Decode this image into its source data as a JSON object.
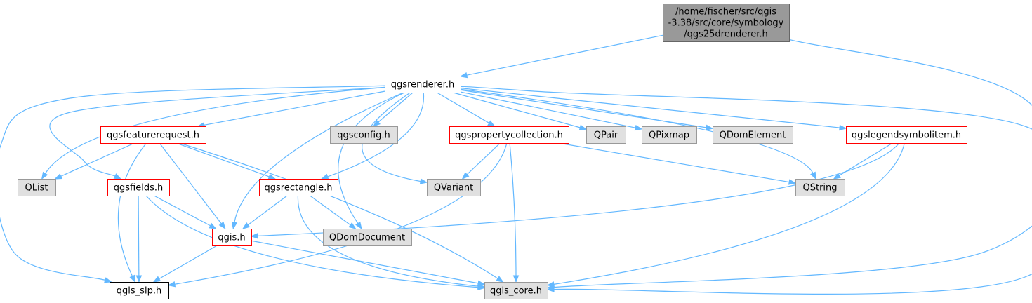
{
  "colors": {
    "edge": "#63b8ff",
    "root_fill": "#999999",
    "root_border": "#666666",
    "documented_fill": "#ffffff",
    "documented_border": "#000000",
    "truncated_border": "#ff0000",
    "external_fill": "#e0e0e0",
    "external_border": "#999999"
  },
  "nodes": [
    {
      "id": "root",
      "label_lines": [
        "/home/fischer/src/qgis",
        "-3.38/src/core/symbology",
        "/qgs25drenderer.h"
      ],
      "style": "root"
    },
    {
      "id": "qgsrenderer",
      "label_lines": [
        "qgsrenderer.h"
      ],
      "style": "documented"
    },
    {
      "id": "qgsfeaturerequest",
      "label_lines": [
        "qgsfeaturerequest.h"
      ],
      "style": "truncated"
    },
    {
      "id": "qgsconfig",
      "label_lines": [
        "qgsconfig.h"
      ],
      "style": "external"
    },
    {
      "id": "qgspropertycollection",
      "label_lines": [
        "qgspropertycollection.h"
      ],
      "style": "truncated"
    },
    {
      "id": "QPair",
      "label_lines": [
        "QPair"
      ],
      "style": "external"
    },
    {
      "id": "QPixmap",
      "label_lines": [
        "QPixmap"
      ],
      "style": "external"
    },
    {
      "id": "QDomElement",
      "label_lines": [
        "QDomElement"
      ],
      "style": "external"
    },
    {
      "id": "qgslegendsymbolitem",
      "label_lines": [
        "qgslegendsymbolitem.h"
      ],
      "style": "truncated"
    },
    {
      "id": "QList",
      "label_lines": [
        "QList"
      ],
      "style": "external"
    },
    {
      "id": "qgsfields",
      "label_lines": [
        "qgsfields.h"
      ],
      "style": "truncated"
    },
    {
      "id": "qgsrectangle",
      "label_lines": [
        "qgsrectangle.h"
      ],
      "style": "truncated"
    },
    {
      "id": "QVariant",
      "label_lines": [
        "QVariant"
      ],
      "style": "external"
    },
    {
      "id": "QString",
      "label_lines": [
        "QString"
      ],
      "style": "external"
    },
    {
      "id": "qgis",
      "label_lines": [
        "qgis.h"
      ],
      "style": "truncated"
    },
    {
      "id": "QDomDocument",
      "label_lines": [
        "QDomDocument"
      ],
      "style": "external"
    },
    {
      "id": "qgis_sip",
      "label_lines": [
        "qgis_sip.h"
      ],
      "style": "documented"
    },
    {
      "id": "qgis_core",
      "label_lines": [
        "qgis_core.h"
      ],
      "style": "external"
    }
  ],
  "edges": [
    {
      "from": "root",
      "to": "qgsrenderer"
    },
    {
      "from": "root",
      "to": "qgis_core"
    },
    {
      "from": "qgsrenderer",
      "to": "qgsfeaturerequest"
    },
    {
      "from": "qgsrenderer",
      "to": "qgsconfig"
    },
    {
      "from": "qgsrenderer",
      "to": "qgspropertycollection"
    },
    {
      "from": "qgsrenderer",
      "to": "QPair"
    },
    {
      "from": "qgsrenderer",
      "to": "QPixmap"
    },
    {
      "from": "qgsrenderer",
      "to": "QDomElement"
    },
    {
      "from": "qgsrenderer",
      "to": "qgslegendsymbolitem"
    },
    {
      "from": "qgsrenderer",
      "to": "QList"
    },
    {
      "from": "qgsrenderer",
      "to": "qgsfields"
    },
    {
      "from": "qgsrenderer",
      "to": "qgsrectangle"
    },
    {
      "from": "qgsrenderer",
      "to": "QVariant"
    },
    {
      "from": "qgsrenderer",
      "to": "QString"
    },
    {
      "from": "qgsrenderer",
      "to": "qgis"
    },
    {
      "from": "qgsrenderer",
      "to": "QDomDocument"
    },
    {
      "from": "qgsrenderer",
      "to": "qgis_sip"
    },
    {
      "from": "qgsrenderer",
      "to": "qgis_core"
    },
    {
      "from": "qgsfeaturerequest",
      "to": "QList"
    },
    {
      "from": "qgsfeaturerequest",
      "to": "qgsrectangle"
    },
    {
      "from": "qgsfeaturerequest",
      "to": "qgis"
    },
    {
      "from": "qgsfeaturerequest",
      "to": "qgis_sip"
    },
    {
      "from": "qgsfeaturerequest",
      "to": "qgis_core"
    },
    {
      "from": "qgspropertycollection",
      "to": "QVariant"
    },
    {
      "from": "qgspropertycollection",
      "to": "QString"
    },
    {
      "from": "qgspropertycollection",
      "to": "qgis_sip"
    },
    {
      "from": "qgspropertycollection",
      "to": "qgis_core"
    },
    {
      "from": "qgslegendsymbolitem",
      "to": "QString"
    },
    {
      "from": "qgslegendsymbolitem",
      "to": "qgis"
    },
    {
      "from": "qgslegendsymbolitem",
      "to": "qgis_core"
    },
    {
      "from": "qgsfields",
      "to": "qgis"
    },
    {
      "from": "qgsfields",
      "to": "qgis_sip"
    },
    {
      "from": "qgsfields",
      "to": "qgis_core"
    },
    {
      "from": "qgsrectangle",
      "to": "qgis"
    },
    {
      "from": "qgsrectangle",
      "to": "QDomDocument"
    },
    {
      "from": "qgsrectangle",
      "to": "qgis_core"
    },
    {
      "from": "qgis",
      "to": "qgis_sip"
    },
    {
      "from": "qgis",
      "to": "qgis_core"
    }
  ]
}
